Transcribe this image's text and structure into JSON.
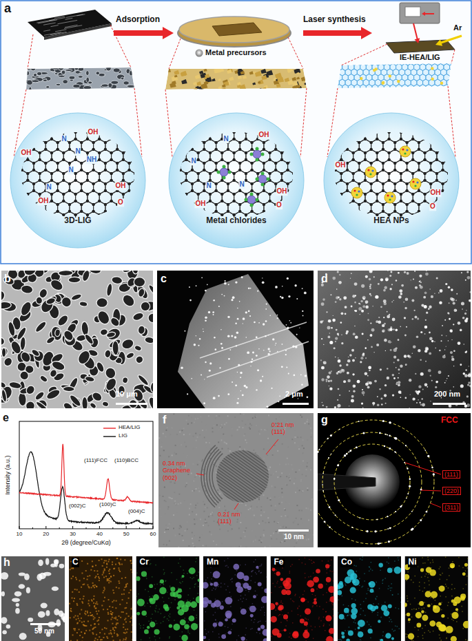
{
  "diagram": {
    "nodes": [
      {
        "text": [
          "3D-LIG"
        ]
      },
      {
        "text": [
          "Metal chlorides"
        ]
      },
      {
        "text": [
          "HEA NPs"
        ]
      }
    ],
    "labels": [
      "a",
      "Adsorption",
      "Laser synthesis",
      "Ar",
      "Metal precursors",
      "IE-HEA/LIG",
      "N",
      "OH",
      "OH",
      "N",
      "NH",
      "N",
      "N",
      "OH",
      "OH",
      "O",
      "N",
      "OH",
      "N",
      "N",
      "N",
      "OH",
      "OH",
      "O",
      "OH",
      "OH",
      "O",
      "b",
      "10 μm",
      "c",
      "2 μm",
      "d",
      "200 nm",
      "e",
      "Intensity (a.u.)",
      "(111)FCC",
      "(110)BCC",
      "(002)C",
      "(100)C",
      "(004)C",
      "10",
      "20",
      "30",
      "40",
      "50",
      "60",
      "2θ (degree/CuKα)",
      "f",
      "0.21 nm (111)",
      "0.34 nm Graphene (002)",
      "0.21 nm (111)",
      "10 nm",
      "g",
      "FCC",
      "(111)",
      "(220)",
      "(311)",
      "h",
      "50 nm",
      "C",
      "Cr",
      "Mn",
      "Fe",
      "Co",
      "Ni"
    ],
    "legend": [
      {
        "text": "HEA/LIG"
      },
      {
        "text": "LIG"
      }
    ]
  }
}
